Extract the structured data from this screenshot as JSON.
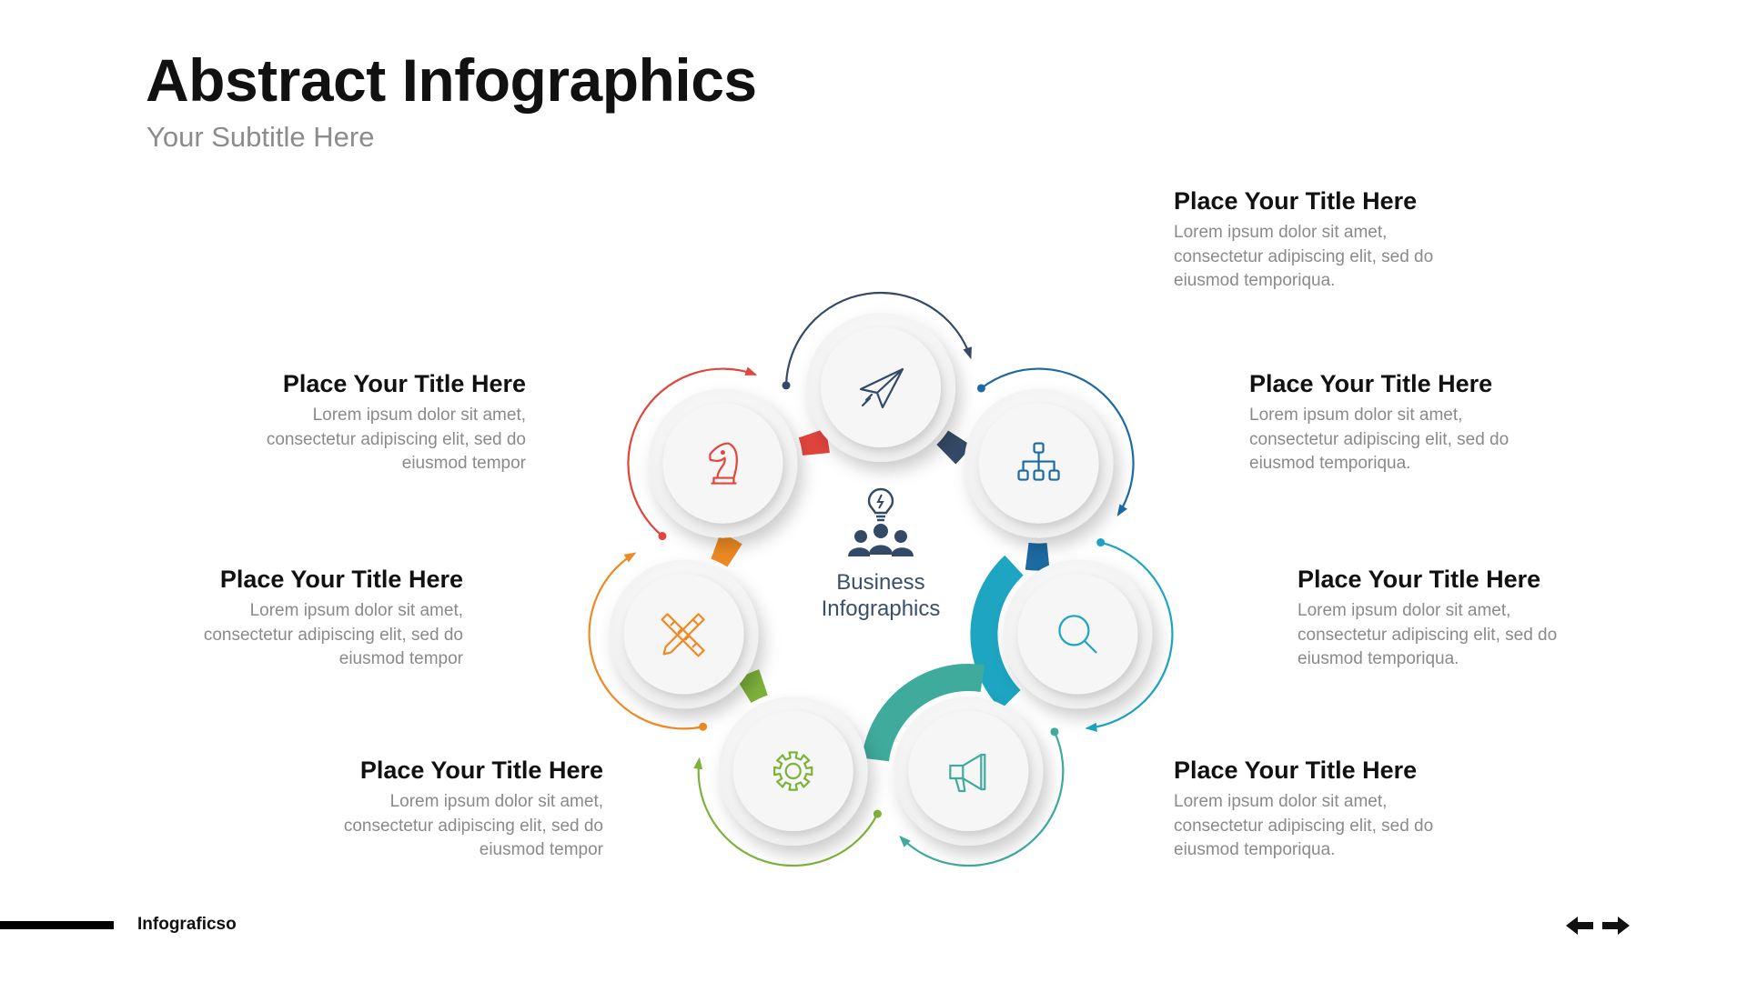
{
  "header": {
    "title": "Abstract Infographics",
    "subtitle": "Your Subtitle Here"
  },
  "center": {
    "line1": "Business",
    "line2": "Infographics",
    "icon": "team-idea-icon"
  },
  "items": [
    {
      "title": "Place Your Title Here",
      "line1": "Lorem ipsum dolor sit amet,",
      "line2": "consectetur adipiscing elit, sed do",
      "line3": "eiusmod temporiqua.",
      "icon": "paper-plane-icon",
      "color": "#334a66"
    },
    {
      "title": "Place Your Title Here",
      "line1": "Lorem ipsum dolor sit amet,",
      "line2": "consectetur adipiscing elit, sed do",
      "line3": "eiusmod temporiqua.",
      "icon": "org-chart-icon",
      "color": "#1c6aa3"
    },
    {
      "title": "Place Your Title Here",
      "line1": "Lorem ipsum dolor sit amet,",
      "line2": "consectetur adipiscing elit, sed do",
      "line3": "eiusmod temporiqua.",
      "icon": "search-icon",
      "color": "#1da5c2"
    },
    {
      "title": "Place Your Title Here",
      "line1": "Lorem ipsum dolor sit amet,",
      "line2": "consectetur adipiscing elit, sed do",
      "line3": "eiusmod temporiqua.",
      "icon": "megaphone-icon",
      "color": "#3eab9c"
    },
    {
      "title": "Place Your Title Here",
      "line1": "Lorem ipsum dolor sit amet,",
      "line2": "consectetur adipiscing elit, sed do",
      "line3": "eiusmod tempor",
      "icon": "gear-icon",
      "color": "#7db23a"
    },
    {
      "title": "Place Your Title Here",
      "line1": "Lorem ipsum dolor sit amet,",
      "line2": "consectetur adipiscing elit, sed do",
      "line3": "eiusmod tempor",
      "icon": "pencil-ruler-icon",
      "color": "#ef8a22"
    },
    {
      "title": "Place Your Title Here",
      "line1": "Lorem ipsum dolor sit amet,",
      "line2": "consectetur adipiscing elit, sed do",
      "line3": "eiusmod tempor",
      "icon": "chess-knight-icon",
      "color": "#e2453c"
    }
  ],
  "footer": {
    "brand": "Infograficso",
    "prev_icon": "arrow-left-icon",
    "next_icon": "arrow-right-icon"
  }
}
